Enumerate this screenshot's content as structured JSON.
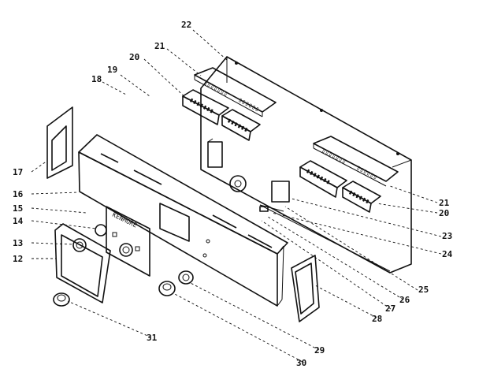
{
  "callouts": [
    "22",
    "21",
    "20",
    "19",
    "18",
    "17",
    "16",
    "15",
    "14",
    "13",
    "12",
    "21",
    "20",
    "23",
    "24",
    "25",
    "26",
    "27",
    "28",
    "29",
    "30",
    "31"
  ],
  "panel_brand": "KENMORE"
}
